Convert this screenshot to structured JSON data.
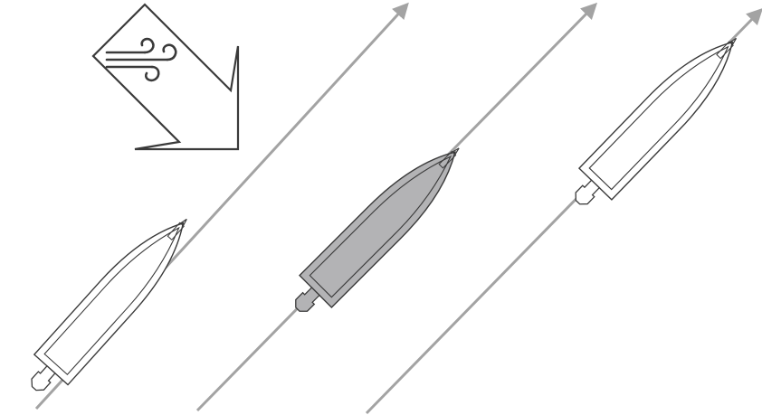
{
  "diagram": {
    "wind_indicator": {
      "icon": "wind-icon",
      "direction": "down-right"
    },
    "boats": [
      {
        "id": "boat-left",
        "state": "outline",
        "fill": "#ffffff"
      },
      {
        "id": "boat-center",
        "state": "highlighted",
        "fill": "#b3b3b5"
      },
      {
        "id": "boat-right",
        "state": "outline",
        "fill": "#ffffff"
      }
    ],
    "track_color": "#a3a3a3",
    "hull_stroke": "#3a3a3a"
  }
}
